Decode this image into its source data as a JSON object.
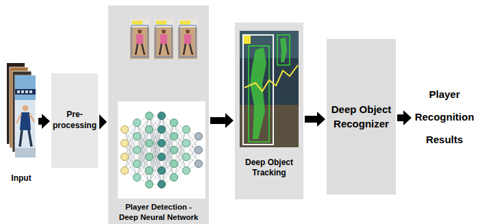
{
  "diagram": {
    "nodes": [
      {
        "text": [
          "Input"
        ]
      },
      {
        "text": [
          "Pre- processing"
        ]
      },
      {
        "text": [
          "Player Detection - Deep Neural Network"
        ]
      },
      {
        "text": [
          "Deep Object Tracking"
        ]
      },
      {
        "text": [
          "Deep Object Recognizer"
        ]
      },
      {
        "text": [
          "Player Recognition Results"
        ]
      }
    ],
    "edges": [
      {
        "from": 0,
        "to": 1,
        "arrow": "to"
      },
      {
        "from": 1,
        "to": 2,
        "arrow": "to"
      },
      {
        "from": 2,
        "to": 3,
        "arrow": "to"
      },
      {
        "from": 3,
        "to": 4,
        "arrow": "to"
      },
      {
        "from": 4,
        "to": 5,
        "arrow": "to"
      }
    ]
  }
}
